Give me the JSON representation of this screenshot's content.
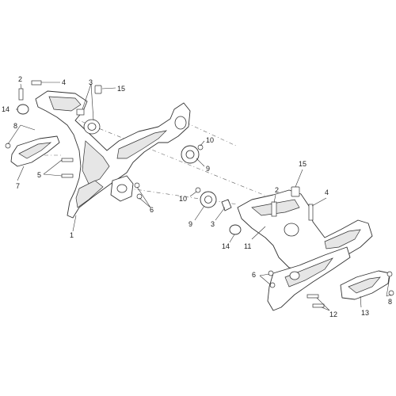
{
  "callouts": {
    "left": {
      "c2": "2",
      "c4": "4",
      "c3": "3",
      "c15": "15",
      "c14": "14",
      "c8": "8",
      "c7": "7",
      "c5": "5",
      "c1": "1",
      "c6": "6",
      "c10": "10",
      "c9": "9"
    },
    "middle": {
      "c10": "10",
      "c9": "9",
      "c3": "3",
      "c14": "14"
    },
    "right": {
      "c15": "15",
      "c2": "2",
      "c4": "4",
      "c11": "11",
      "c6": "6",
      "c12": "12",
      "c13": "13",
      "c8": "8"
    }
  }
}
